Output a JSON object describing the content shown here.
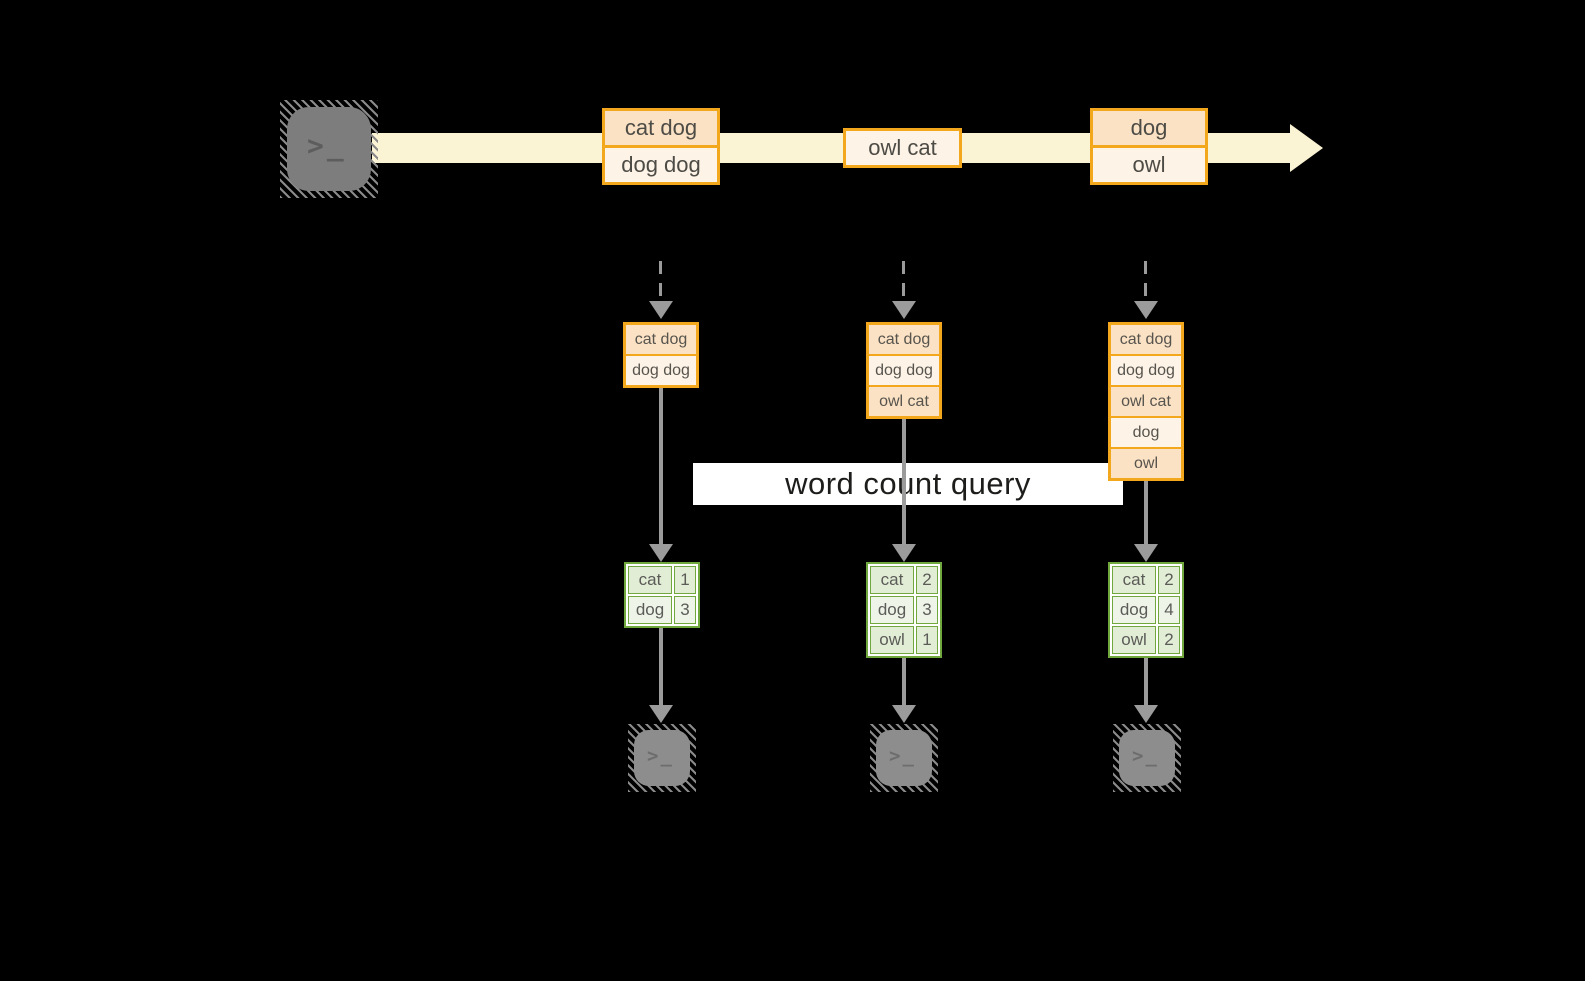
{
  "colors": {
    "background": "#000000",
    "stream_band": "#faf3d4",
    "event_border_orange": "#f2a71d",
    "event_fill_dark": "#fbe2c4",
    "event_fill_light": "#fdf3e6",
    "table_border_green": "#71a83e",
    "table_cell_dark": "#e2edd5",
    "table_cell_light": "#eef5e8",
    "arrow_gray": "#9b9b9b",
    "query_label_bg": "#ffffff"
  },
  "icons": {
    "terminal_prompt": ">_"
  },
  "stream": {
    "events": [
      {
        "rows": [
          "cat dog",
          "dog dog"
        ]
      },
      {
        "rows": [
          "owl cat"
        ]
      },
      {
        "rows": [
          "dog",
          "owl"
        ]
      }
    ]
  },
  "snapshots": [
    {
      "rows": [
        "cat dog",
        "dog dog"
      ]
    },
    {
      "rows": [
        "cat dog",
        "dog dog",
        "owl cat"
      ]
    },
    {
      "rows": [
        "cat dog",
        "dog dog",
        "owl cat",
        "dog",
        "owl"
      ]
    }
  ],
  "query": {
    "label": "word count query"
  },
  "results": [
    {
      "rows": [
        {
          "word": "cat",
          "count": "1"
        },
        {
          "word": "dog",
          "count": "3"
        }
      ]
    },
    {
      "rows": [
        {
          "word": "cat",
          "count": "2"
        },
        {
          "word": "dog",
          "count": "3"
        },
        {
          "word": "owl",
          "count": "1"
        }
      ]
    },
    {
      "rows": [
        {
          "word": "cat",
          "count": "2"
        },
        {
          "word": "dog",
          "count": "4"
        },
        {
          "word": "owl",
          "count": "2"
        }
      ]
    }
  ]
}
